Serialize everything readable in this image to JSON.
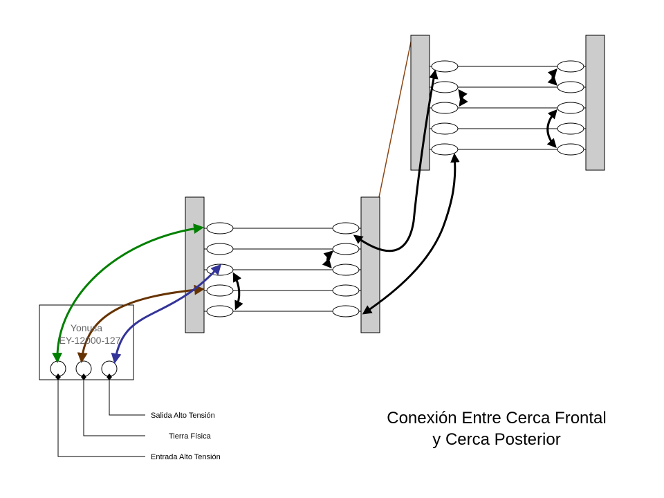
{
  "energizer": {
    "brand": "Yonusa",
    "model": "EY-12000-127"
  },
  "terminals": {
    "output_label": "Salida Alto Tensión",
    "ground_label": "Tierra Física",
    "input_label": "Entrada Alto Tensión"
  },
  "title": {
    "line1": "Conexión Entre Cerca Frontal",
    "line2": "y Cerca Posterior"
  },
  "colors": {
    "post_fill": "#cccccc",
    "wire": "#000000",
    "input_arrow": "#008000",
    "ground_arrow": "#663300",
    "output_arrow": "#333399",
    "jumper": "#000000",
    "connector_line": "#8B4513"
  }
}
